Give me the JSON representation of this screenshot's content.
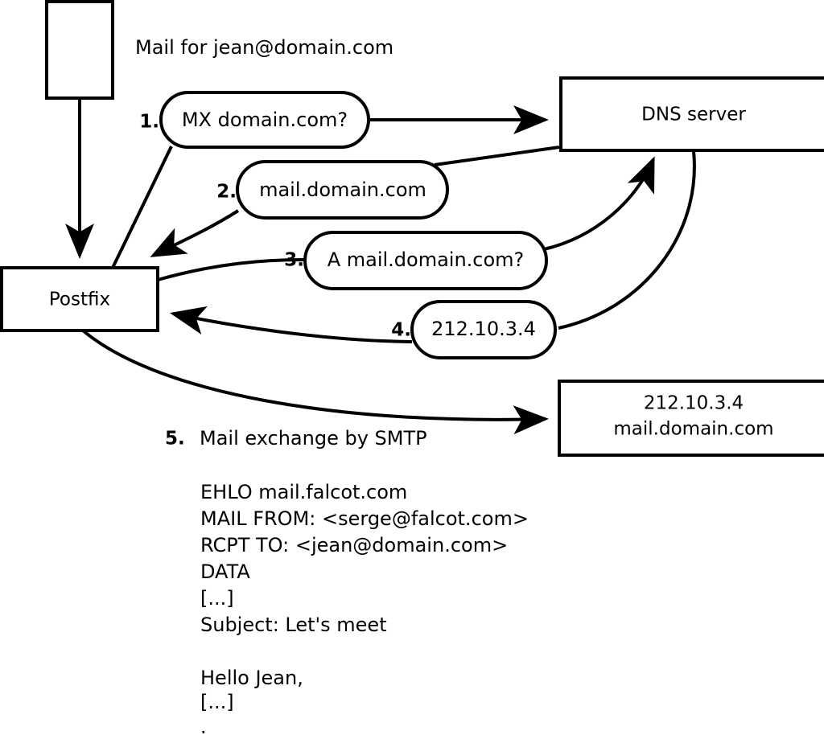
{
  "diagram": {
    "title_note": "Mail for jean@domain.com",
    "nodes": [
      {
        "id": "sender-host",
        "label": "",
        "kind": "box"
      },
      {
        "id": "postfix",
        "label": "Postfix",
        "kind": "box"
      },
      {
        "id": "dns-server",
        "label": "DNS server",
        "kind": "box"
      },
      {
        "id": "target-host",
        "label_line1": "212.10.3.4",
        "label_line2": "mail.domain.com",
        "kind": "box"
      }
    ],
    "steps": [
      {
        "num": "1.",
        "label": "MX domain.com?",
        "from": "postfix",
        "to": "dns-server"
      },
      {
        "num": "2.",
        "label": "mail.domain.com",
        "from": "dns-server",
        "to": "postfix"
      },
      {
        "num": "3.",
        "label": "A mail.domain.com?",
        "from": "postfix",
        "to": "dns-server"
      },
      {
        "num": "4.",
        "label": "212.10.3.4",
        "from": "dns-server",
        "to": "postfix"
      },
      {
        "num": "5.",
        "label": "Mail exchange by SMTP",
        "from": "postfix",
        "to": "target-host"
      }
    ],
    "transcript": [
      "EHLO mail.falcot.com",
      "MAIL FROM: <serge@falcot.com>",
      "RCPT TO: <jean@domain.com>",
      "DATA",
      "[...]",
      "Subject: Let's meet",
      "",
      "Hello Jean,",
      "[...]",
      "",
      "."
    ],
    "colors": {
      "stroke": "#000000",
      "fill": "#ffffff",
      "text": "#000000"
    }
  }
}
